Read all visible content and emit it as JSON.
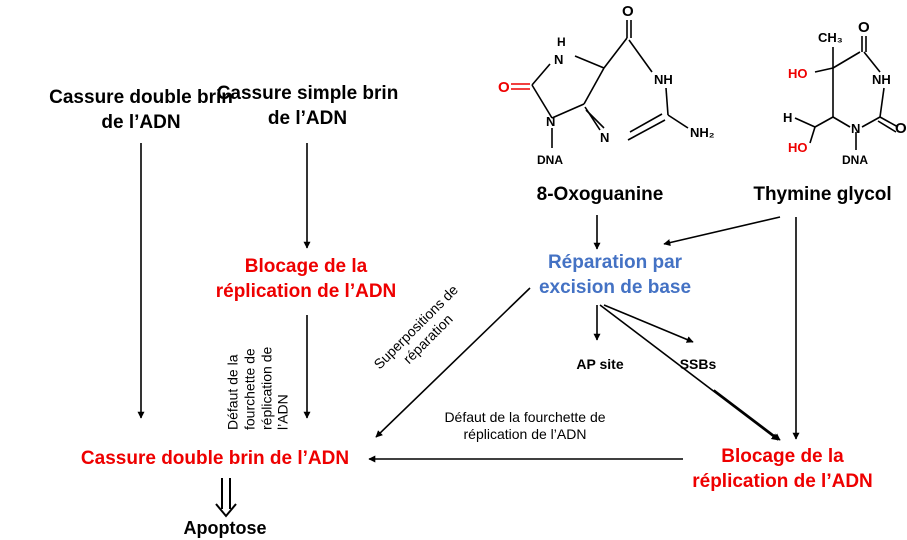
{
  "nodes": {
    "dsb_left": "Cassure double brin\nde l’ADN",
    "ssb": "Cassure simple brin\nde l’ADN",
    "block_mid": "Blocage de la\nréplication de l’ADN",
    "dsb_bottom": "Cassure double brin de l’ADN",
    "apoptose": "Apoptose",
    "oxoguanine": "8-Oxoguanine",
    "thymine_glycol": "Thymine glycol",
    "ber": "Réparation par\nexcision de base",
    "ap_site": "AP site",
    "ssbs": "SSBs",
    "block_right": "Blocage de la\nréplication de l’ADN"
  },
  "edge_labels": {
    "fork_defect_vertical": "Défaut de la\nfourchette de\nréplication de\nl’ADN",
    "repair_overlap": "Superpositions de\nréparation",
    "fork_defect_horizontal": "Défaut de la fourchette de\nréplication de l’ADN"
  },
  "molecules": {
    "oxo_atoms": {
      "o_top": "O",
      "h_top": "H",
      "n_top": "N",
      "nh_right": "NH",
      "o_left": "O",
      "n_mid": "N",
      "n_bottom": "N",
      "nh2": "NH₂",
      "dna": "DNA"
    },
    "thy_atoms": {
      "ch3": "CH₃",
      "o_top": "O",
      "ho_top": "HO",
      "nh": "NH",
      "h_left": "H",
      "o_right": "O",
      "ho_bottom": "HO",
      "n_bottom": "N",
      "dna": "DNA"
    }
  },
  "colors": {
    "black": "#000000",
    "red": "#ee0000",
    "blue": "#4472c4"
  }
}
